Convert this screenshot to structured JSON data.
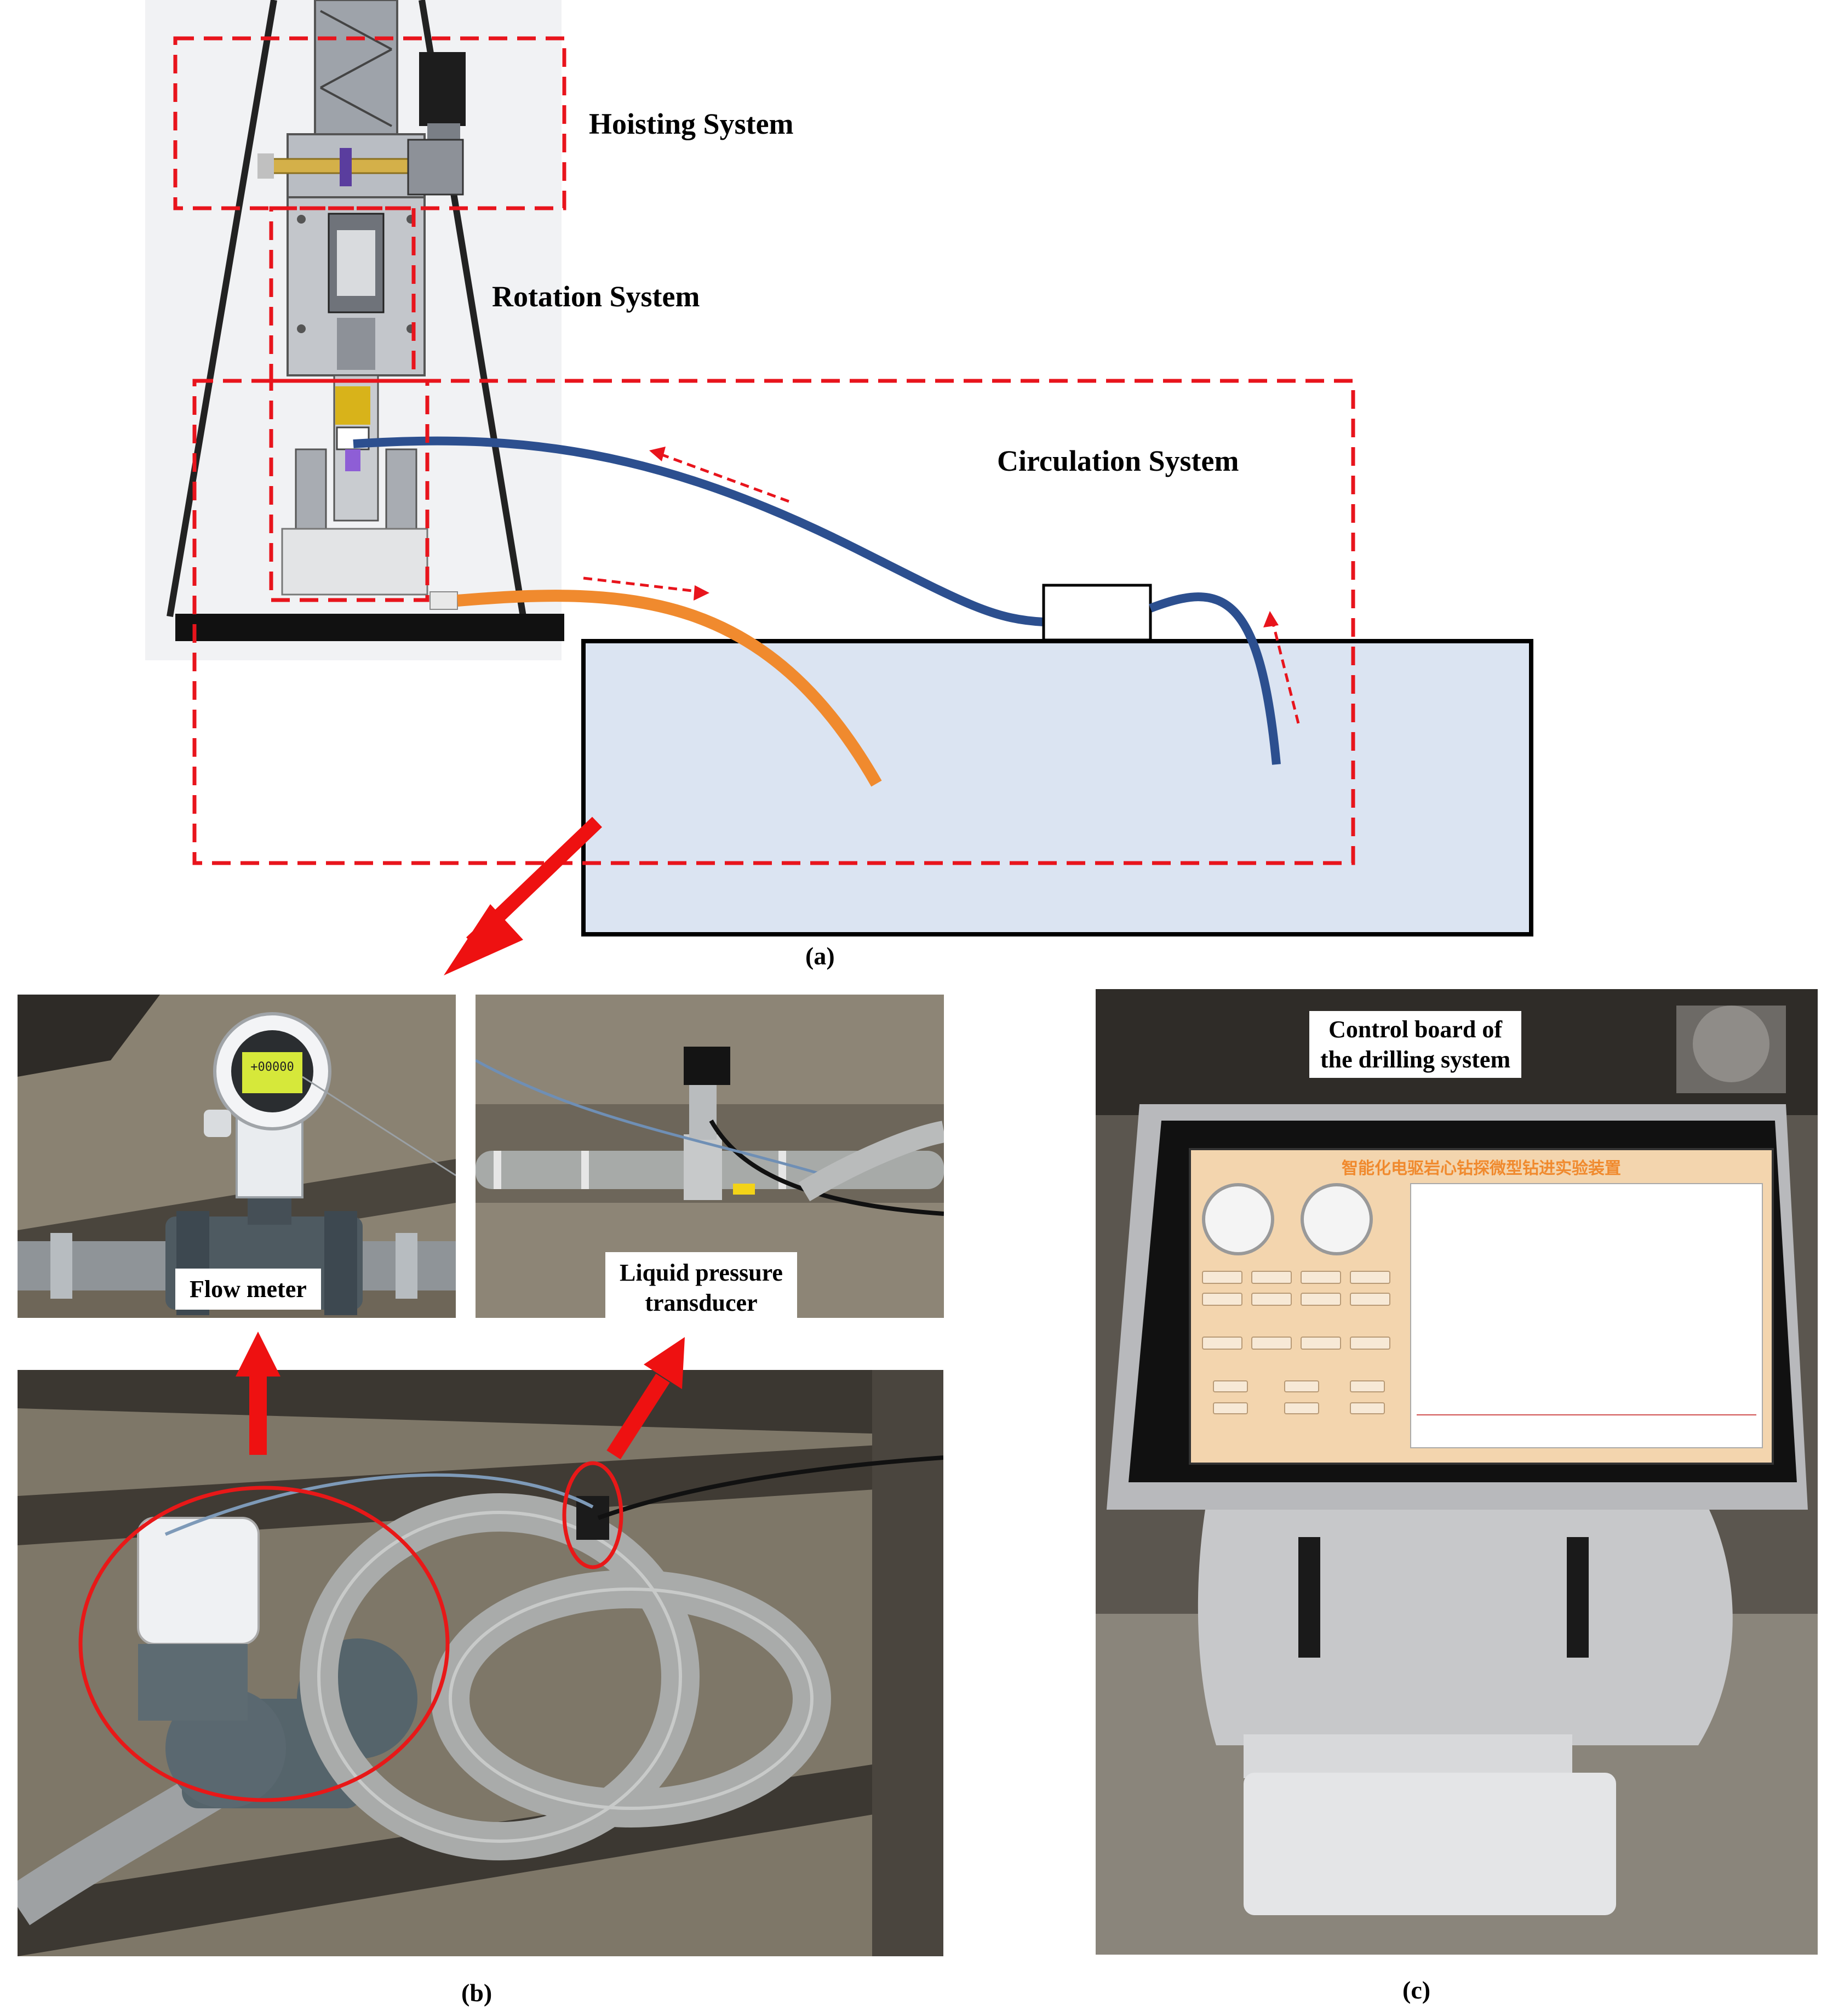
{
  "panel_a": {
    "label": "(a)",
    "systems": {
      "hoisting": "Hoisting System",
      "rotation": "Rotation System",
      "circulation": "Circulation System"
    }
  },
  "panel_b": {
    "label": "(b)",
    "callouts": {
      "flow_meter": "Flow meter",
      "pressure_transducer_line1": "Liquid pressure",
      "pressure_transducer_line2": "transducer"
    },
    "flow_meter_display": "+00000"
  },
  "panel_c": {
    "label": "(c)",
    "callout_line1": "Control board of",
    "callout_line2": "the drilling system",
    "screen_title": "智能化电驱岩心钻探微型钻进实验装置"
  },
  "colors": {
    "dashed_box": "#e8141c",
    "arrow": "#ee1111",
    "inlet_hose": "#f08a2e",
    "return_hose": "#2c4f8f",
    "tank_fill": "#dbe4f2",
    "screen_bg": "#f3d5ae"
  },
  "icons": [
    "drilling-rig-model",
    "water-tank",
    "flow-meter",
    "pressure-sensor",
    "control-console"
  ]
}
